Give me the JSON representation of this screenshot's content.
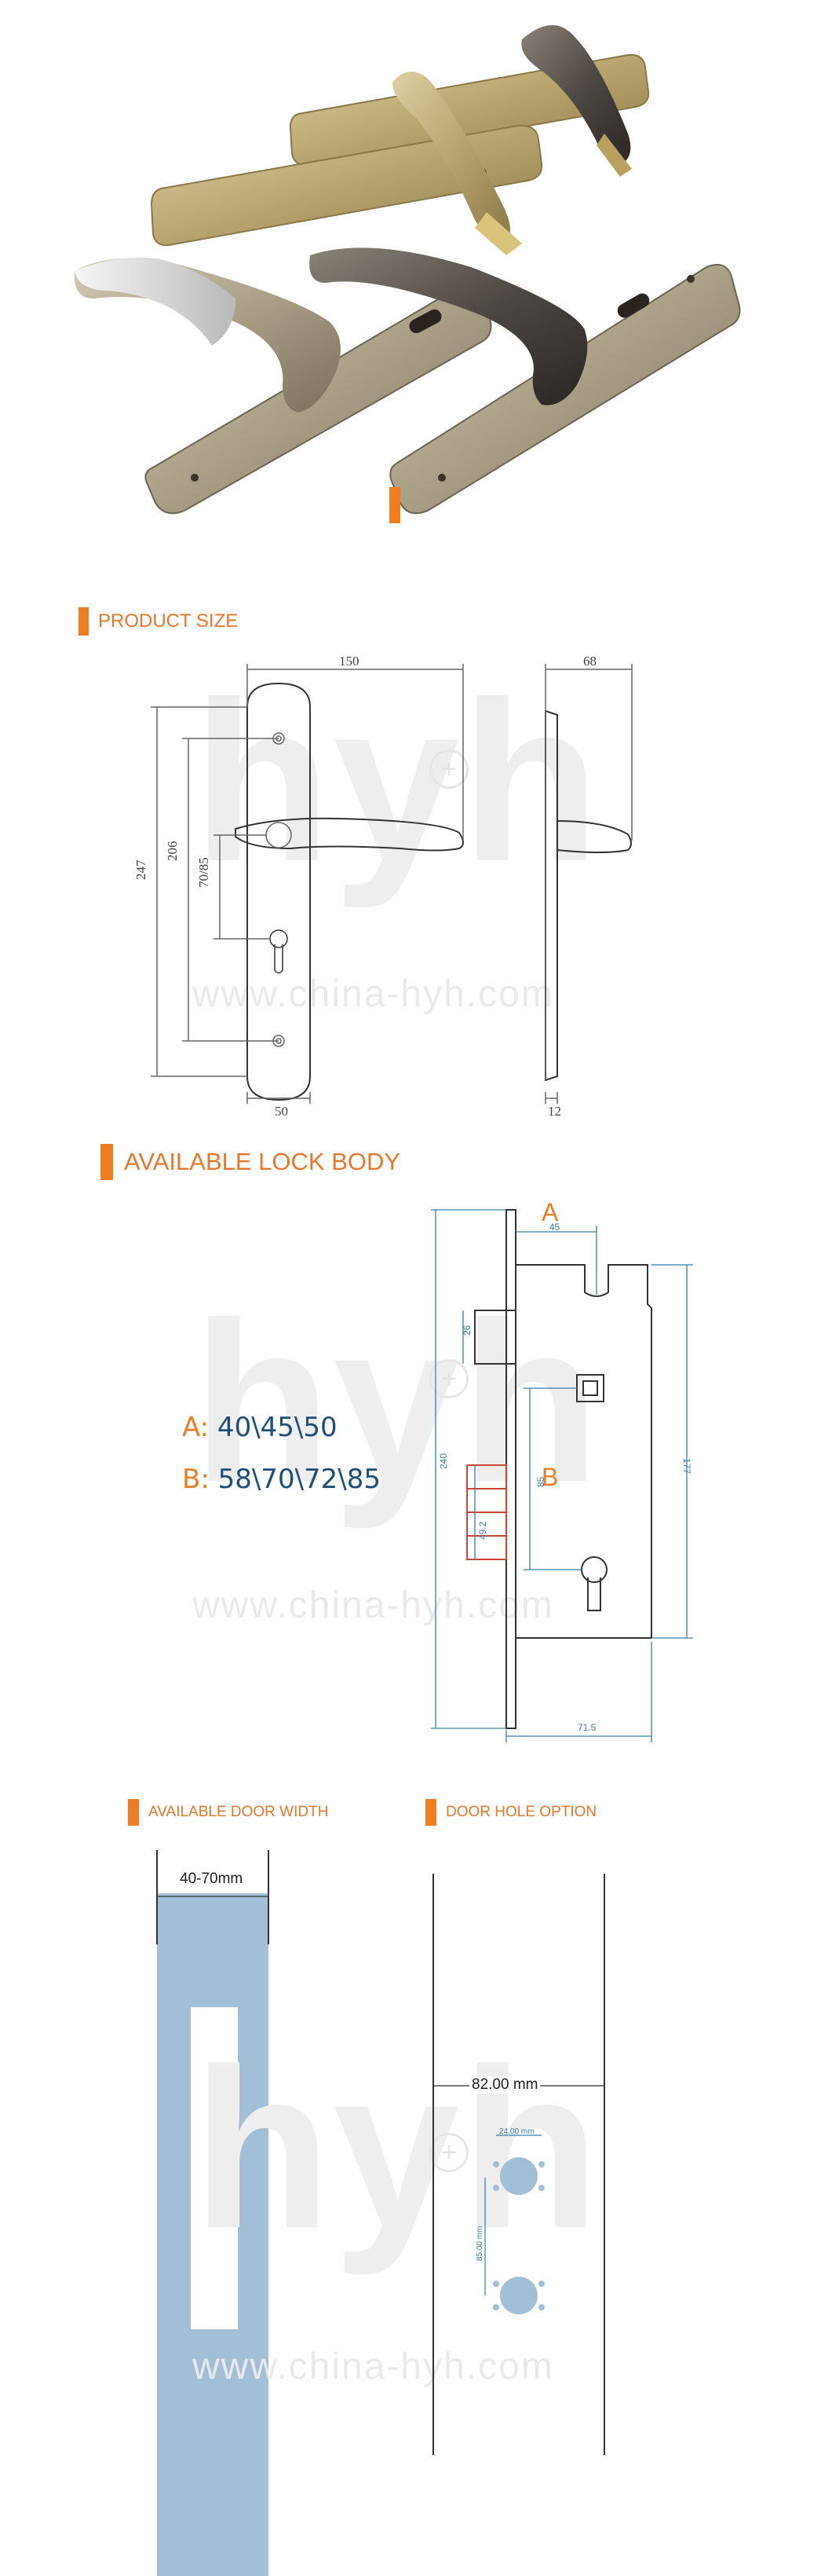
{
  "sections": {
    "product_size": "PRODUCT SIZE",
    "lock_body": "AVAILABLE LOCK BODY",
    "door_width": "AVAILABLE DOOR WIDTH",
    "door_hole": "DOOR HOLE OPTION"
  },
  "watermark": {
    "brand": "hyh",
    "url": "www.china-hyh.com"
  },
  "product_dims": {
    "width": "150",
    "depth": "68",
    "height": "247",
    "hole_span": "206",
    "center_distance": "70/85",
    "plate_width": "50",
    "plate_thickness": "12"
  },
  "lock_body": {
    "label_a": "A",
    "label_b": "B",
    "a_values": "A: 40\\45\\50",
    "b_values": "B: 58\\70\\72\\85",
    "dims": {
      "backset": "45",
      "latch": "26",
      "total_height": "240",
      "center": "85",
      "bolt": "49.2",
      "case_height": "177",
      "case_width": "71.5"
    }
  },
  "door_width": {
    "range": "40-70mm"
  },
  "door_hole": {
    "width": "82.00 mm",
    "hole_dia": "24.00 mm",
    "spacing": "85.00 mm"
  }
}
